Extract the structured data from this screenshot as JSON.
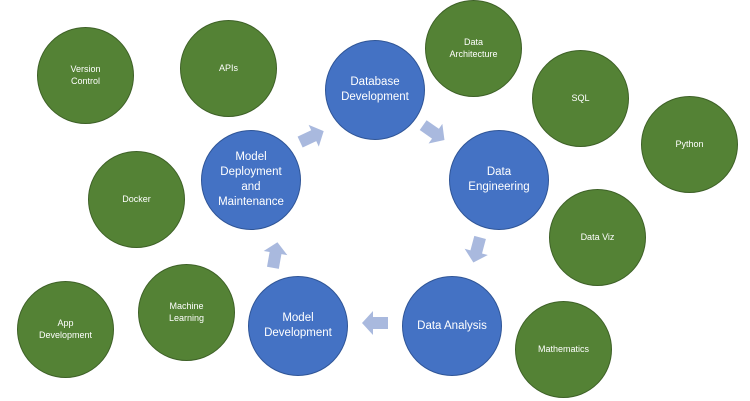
{
  "colors": {
    "skill_fill": "#548235",
    "stage_fill": "#4472c4",
    "arrow_fill": "#a9b9de",
    "text": "#ffffff"
  },
  "stages": {
    "database": "Database\nDevelopment",
    "engineering": "Data\nEngineering",
    "analysis": "Data Analysis",
    "model_dev": "Model\nDevelopment",
    "deployment": "Model\nDeployment\nand\nMaintenance"
  },
  "skills": {
    "version_control": "Version\nControl",
    "apis": "APIs",
    "data_architecture": "Data\nArchitecture",
    "sql": "SQL",
    "python": "Python",
    "docker": "Docker",
    "data_viz": "Data Viz",
    "app_development": "App\nDevelopment",
    "machine_learning": "Machine\nLearning",
    "mathematics": "Mathematics"
  }
}
